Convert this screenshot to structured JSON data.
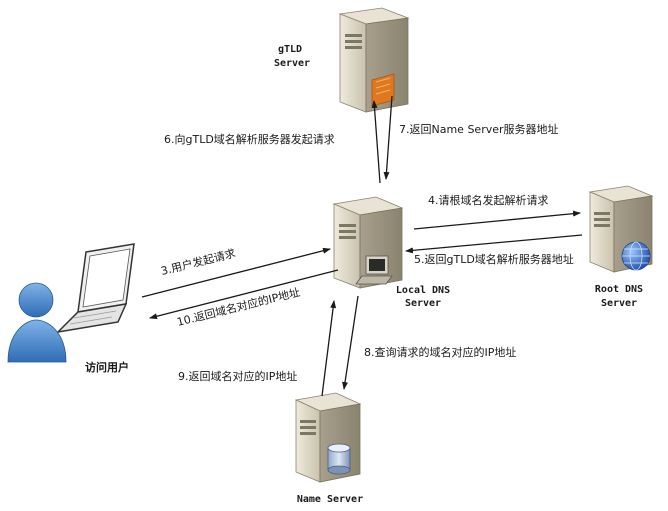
{
  "nodes": {
    "gtld": {
      "line1": "gTLD",
      "line2": "Server",
      "icon": "server-icon"
    },
    "local_dns": {
      "line1": "Local DNS",
      "line2": "Server",
      "icon": "server-icon"
    },
    "root_dns": {
      "line1": "Root DNS",
      "line2": "Server",
      "icon": "globe-server-icon"
    },
    "name_server": {
      "line1": "Name Server",
      "icon": "database-server-icon"
    },
    "user": {
      "label": "访问用户",
      "icon": "user-icon"
    }
  },
  "steps": {
    "s3": "3.用户发起请求",
    "s4": "4.请根域名发起解析请求",
    "s5": "5.返回gTLD域名解析服务器地址",
    "s6": "6.向gTLD域名解析服务器发起请求",
    "s7": "7.返回Name Server服务器地址",
    "s8": "8.查询请求的域名对应的IP地址",
    "s9": "9.返回域名对应的IP地址",
    "s10": "10.返回域名对应的IP地址"
  },
  "colors": {
    "server_body": "#dcd6c5",
    "server_dark": "#9c9583",
    "user_blue": "#3a7fc8",
    "accent_orange": "#e07820",
    "globe_blue": "#3568c4"
  }
}
